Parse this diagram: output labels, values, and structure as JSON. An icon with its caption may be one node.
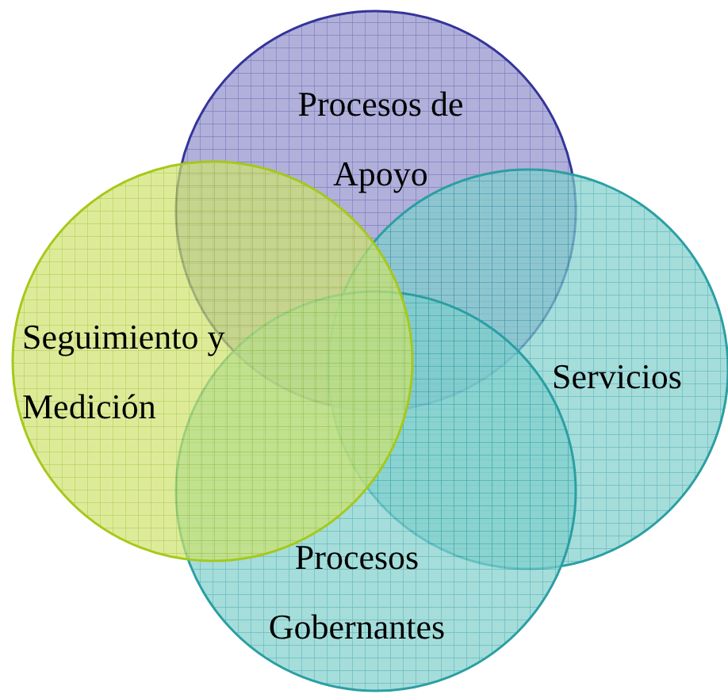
{
  "diagram": {
    "nodes": [
      {
        "text": [
          "Procesos de Apoyo"
        ]
      },
      {
        "text": [
          "Seguimiento y Medición"
        ]
      },
      {
        "text": [
          "Servicios"
        ]
      },
      {
        "text": [
          "Procesos Gobernantes"
        ]
      }
    ]
  }
}
